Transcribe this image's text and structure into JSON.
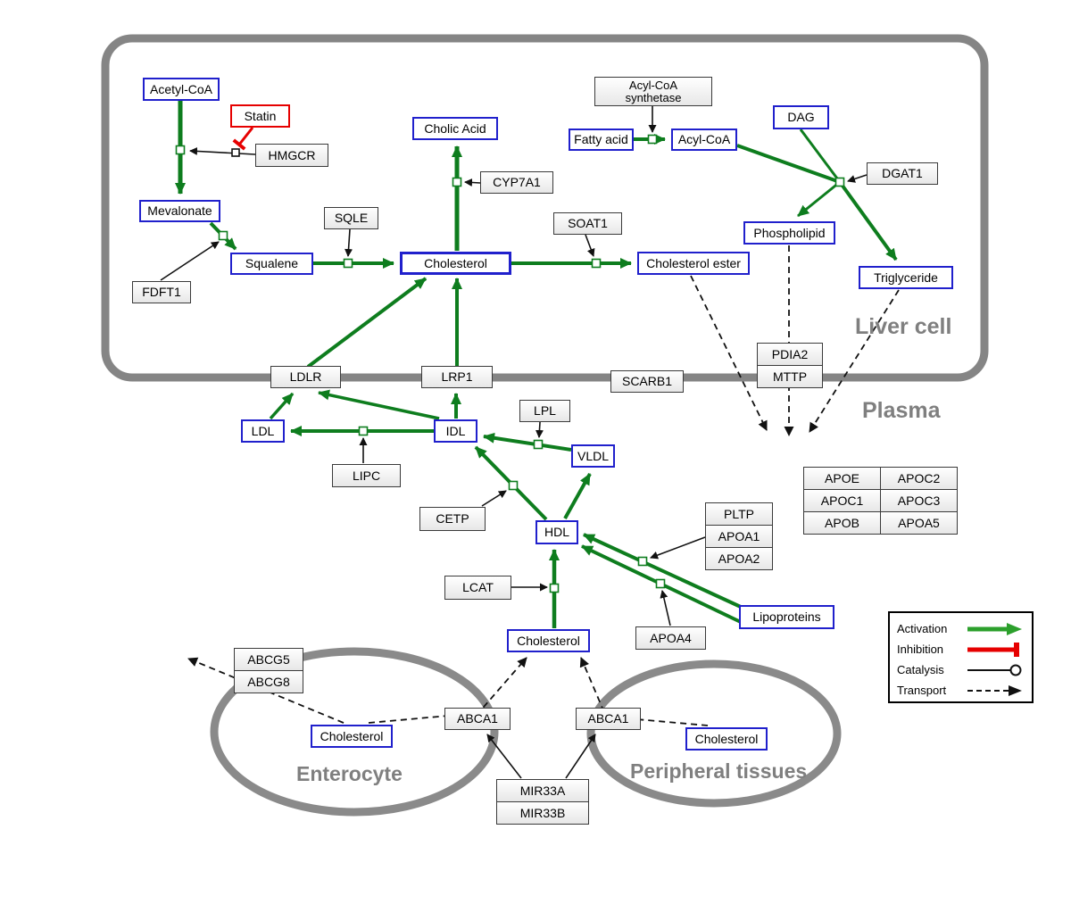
{
  "compartments": {
    "liver": {
      "label": "Liver cell"
    },
    "plasma": {
      "label": "Plasma"
    },
    "enterocyte": {
      "label": "Enterocyte"
    },
    "peripheral": {
      "label": "Peripheral tissues"
    }
  },
  "liver": {
    "acetyl_coa": "Acetyl-CoA",
    "statin": "Statin",
    "hmgcr": "HMGCR",
    "mevalonate": "Mevalonate",
    "fdft1": "FDFT1",
    "squalene": "Squalene",
    "sqle": "SQLE",
    "cholesterol": "Cholesterol",
    "cholic_acid": "Cholic Acid",
    "cyp7a1": "CYP7A1",
    "soat1": "SOAT1",
    "cholesterol_ester": "Cholesterol ester",
    "fatty_acid": "Fatty acid",
    "acyl_coa_synthetase": [
      "Acyl-CoA",
      "synthetase"
    ],
    "acyl_coa": "Acyl-CoA",
    "dag": "DAG",
    "dgat1": "DGAT1",
    "phospholipid": "Phospholipid",
    "triglyceride": "Triglyceride"
  },
  "membrane": {
    "ldlr": "LDLR",
    "lrp1": "LRP1",
    "scarb1": "SCARB1",
    "pdia2": "PDIA2",
    "mttp": "MTTP"
  },
  "plasma": {
    "ldl": "LDL",
    "idl": "IDL",
    "lipc": "LIPC",
    "lpl": "LPL",
    "vldl": "VLDL",
    "cetp": "CETP",
    "hdl": "HDL",
    "lcat": "LCAT",
    "pltp": "PLTP",
    "apoa1": "APOA1",
    "apoa2": "APOA2",
    "apoa4": "APOA4",
    "apo_table": [
      [
        "APOE",
        "APOC2"
      ],
      [
        "APOC1",
        "APOC3"
      ],
      [
        "APOB",
        "APOA5"
      ]
    ],
    "lipoproteins": "Lipoproteins",
    "cholesterol": "Cholesterol"
  },
  "bottom": {
    "abcg5": "ABCG5",
    "abcg8": "ABCG8",
    "cholesterol_enterocyte": "Cholesterol",
    "abca1_left": "ABCA1",
    "abca1_right": "ABCA1",
    "cholesterol_peripheral": "Cholesterol",
    "mir33a": "MIR33A",
    "mir33b": "MIR33B"
  },
  "legend": {
    "activation": "Activation",
    "inhibition": "Inhibition",
    "catalysis": "Catalysis",
    "transport": "Transport"
  },
  "colors": {
    "metabolite_border": "#2020cc",
    "statin_border": "#e60000",
    "activation_green": "#0e7d1e",
    "inhibition_red": "#e60000",
    "catalysis_black": "#111111",
    "compartment_gray": "#858585",
    "legend_green": "#2ca02c"
  }
}
